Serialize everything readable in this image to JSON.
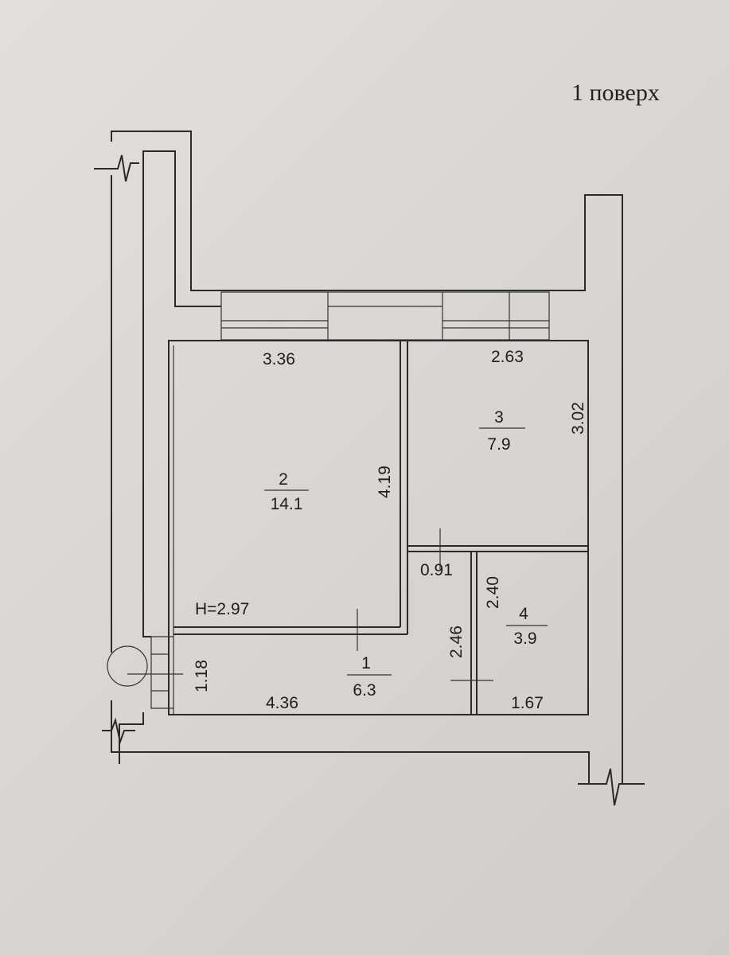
{
  "floor_title": "1 поверх",
  "ceiling_height": "H=2.97",
  "rooms": [
    {
      "number": "1",
      "area": "6.3"
    },
    {
      "number": "2",
      "area": "14.1"
    },
    {
      "number": "3",
      "area": "7.9"
    },
    {
      "number": "4",
      "area": "3.9"
    }
  ],
  "dimensions": {
    "room2_width": "3.36",
    "room2_length": "4.19",
    "room3_width": "2.63",
    "room3_length": "3.02",
    "corridor_width": "0.91",
    "room4_length": "2.40",
    "corridor_length": "2.46",
    "room4_width": "1.67",
    "room1_length": "4.36",
    "room1_width": "1.18"
  }
}
